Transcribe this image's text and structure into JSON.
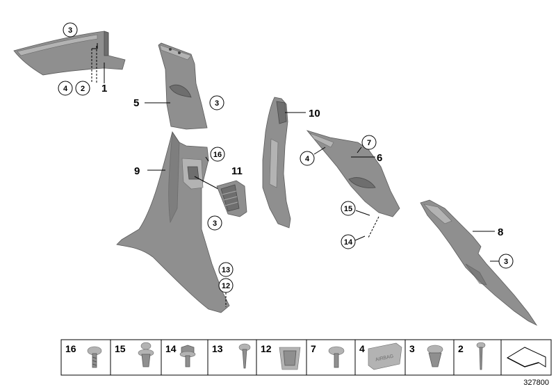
{
  "diagram_number": "327800",
  "callouts": {
    "part_1": "1",
    "part_2_top": "2",
    "part_3_a": "3",
    "part_4_top": "4",
    "part_5": "5",
    "part_3_b": "3",
    "part_10": "10",
    "part_9": "9",
    "part_16_main": "16",
    "part_11": "11",
    "part_3_c": "3",
    "part_13_main": "13",
    "part_12_main": "12",
    "part_7_main": "7",
    "part_6": "6",
    "part_4_mid": "4",
    "part_15_main": "15",
    "part_14_main": "14",
    "part_8": "8",
    "part_3_d": "3"
  },
  "legend": [
    "16",
    "15",
    "14",
    "13",
    "12",
    "7",
    "4",
    "3",
    "2"
  ],
  "airbag_label": "AIRBAG",
  "colors": {
    "part_fill": "#8f8f8f",
    "part_dark": "#6e6e6e",
    "line": "#000000"
  }
}
